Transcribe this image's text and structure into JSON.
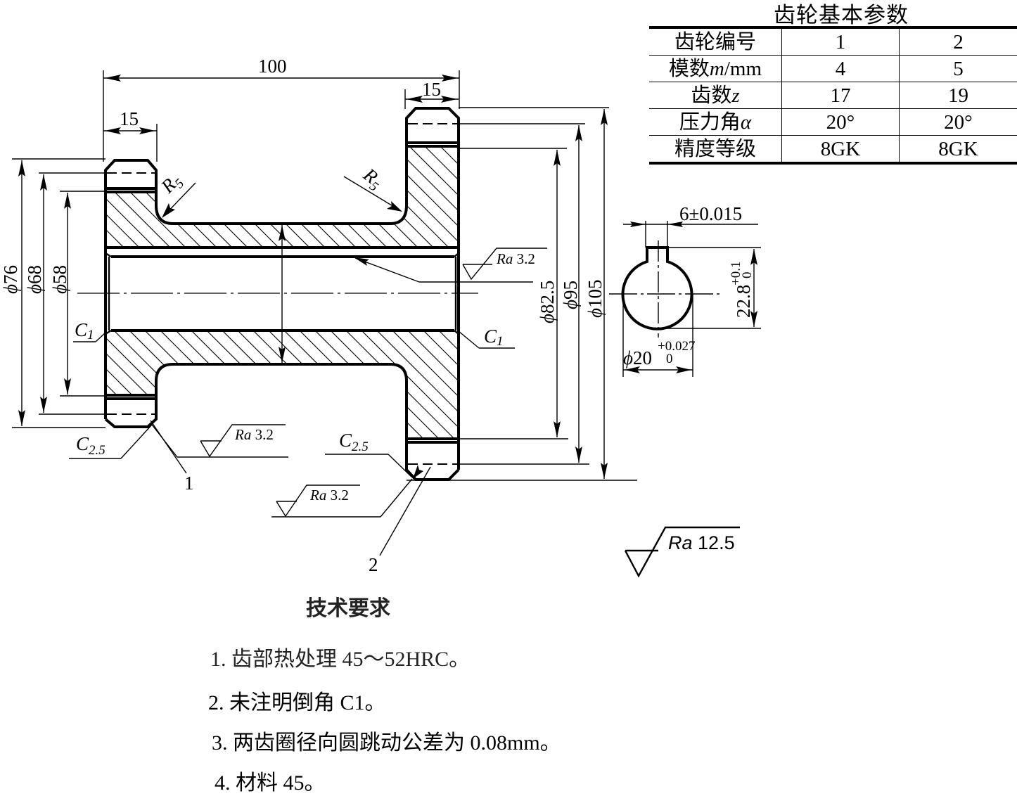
{
  "parameter_table": {
    "title": "齿轮基本参数",
    "rows": [
      {
        "label": "齿轮编号",
        "label_var": "",
        "label_unit": "",
        "values": [
          "1",
          "2"
        ]
      },
      {
        "label": "模数",
        "label_var": "m",
        "label_unit": "/mm",
        "values": [
          "4",
          "5"
        ]
      },
      {
        "label": "齿数",
        "label_var": "z",
        "label_unit": "",
        "values": [
          "17",
          "19"
        ]
      },
      {
        "label": "压力角",
        "label_var": "α",
        "label_unit": "",
        "values": [
          "20°",
          "20°"
        ]
      },
      {
        "label": "精度等级",
        "label_var": "",
        "label_unit": "",
        "values": [
          "8GK",
          "8GK"
        ]
      }
    ]
  },
  "dimensions": {
    "overall_length": "100",
    "left_gear_width": "15",
    "right_gear_width": "15",
    "fillet_left": {
      "letter": "R",
      "value": "5"
    },
    "fillet_right": {
      "letter": "R",
      "value": "5"
    },
    "dia_76": {
      "symbol": "ϕ",
      "value": "76"
    },
    "dia_68": {
      "symbol": "ϕ",
      "value": "68"
    },
    "dia_58": {
      "symbol": "ϕ",
      "value": "58"
    },
    "dia_82_5": {
      "symbol": "ϕ",
      "value": "82.5"
    },
    "dia_95": {
      "symbol": "ϕ",
      "value": "95"
    },
    "dia_105": {
      "symbol": "ϕ",
      "value": "105"
    },
    "chamfer_bore_left": {
      "letter": "C",
      "value": "1"
    },
    "chamfer_bore_right": {
      "letter": "C",
      "value": "1"
    },
    "chamfer_gear_left": {
      "letter": "C",
      "value": "2.5"
    },
    "chamfer_gear_right": {
      "letter": "C",
      "value": "2.5"
    }
  },
  "keyway_section": {
    "key_width": "6±0.015",
    "key_depth": {
      "base": "22.8",
      "upper": "+0.1",
      "lower": "0"
    },
    "bore_dia": {
      "symbol": "ϕ",
      "base": "20",
      "upper": "+0.027",
      "lower": "0"
    }
  },
  "roughness": {
    "bore": {
      "label": "Ra",
      "value": "3.2"
    },
    "gear1_face": {
      "label": "Ra",
      "value": "3.2"
    },
    "gear2_face": {
      "label": "Ra",
      "value": "3.2"
    },
    "general": {
      "label": "Ra",
      "value": "12.5"
    }
  },
  "part_labels": {
    "gear1": "1",
    "gear2": "2"
  },
  "technical_requirements": {
    "title": "技术要求",
    "items": [
      "1. 齿部热处理 45～52HRC。",
      "2. 未注明倒角 C1。",
      "3. 两齿圈径向圆跳动公差为 0.08mm。",
      "4. 材料 45。"
    ]
  }
}
